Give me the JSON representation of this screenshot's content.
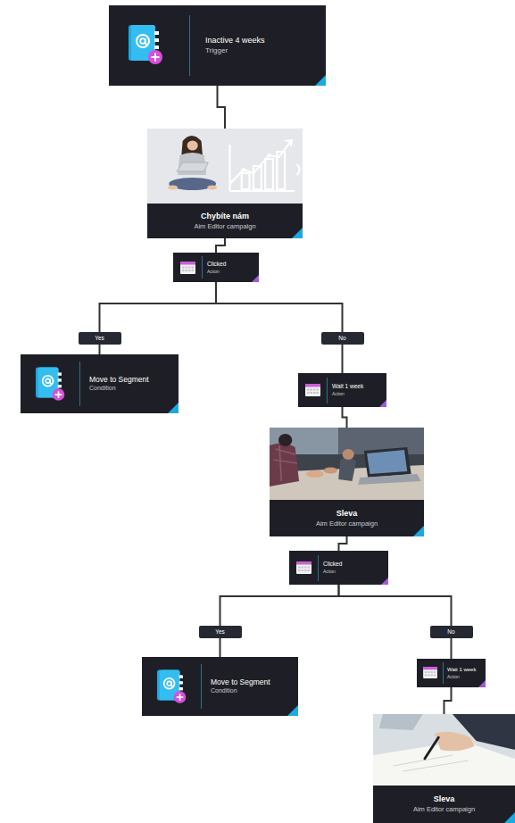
{
  "diagram": {
    "nodes": [
      {
        "text": [
          "Inactive 4 weeks",
          "Trigger"
        ]
      },
      {
        "text": [
          "Chybíte nám",
          "Aim Editor campaign"
        ]
      },
      {
        "text": [
          "Clicked",
          "Action"
        ]
      },
      {
        "text": [
          "Move to Segment",
          "Condition"
        ]
      },
      {
        "text": [
          "Wait 1 week",
          "Action"
        ]
      },
      {
        "text": [
          "Sleva",
          "Aim Editor campaign"
        ]
      },
      {
        "text": [
          "Clicked",
          "Action"
        ]
      },
      {
        "text": [
          "Move to Segment",
          "Condition"
        ]
      },
      {
        "text": [
          "Wait 1 week",
          "Action"
        ]
      },
      {
        "text": [
          "Sleva",
          "Aim Editor campaign"
        ]
      }
    ],
    "edges": [
      {
        "from": 0,
        "to": 1,
        "arrow": "none"
      },
      {
        "from": 1,
        "to": 2,
        "arrow": "none"
      },
      {
        "from": 2,
        "to": 3,
        "label": "Yes",
        "arrow": "none"
      },
      {
        "from": 2,
        "to": 4,
        "label": "No",
        "arrow": "none"
      },
      {
        "from": 4,
        "to": 5,
        "arrow": "none"
      },
      {
        "from": 5,
        "to": 6,
        "arrow": "none"
      },
      {
        "from": 6,
        "to": 7,
        "label": "Yes",
        "arrow": "none"
      },
      {
        "from": 6,
        "to": 8,
        "label": "No",
        "arrow": "none"
      },
      {
        "from": 8,
        "to": 9,
        "arrow": "none"
      }
    ]
  }
}
